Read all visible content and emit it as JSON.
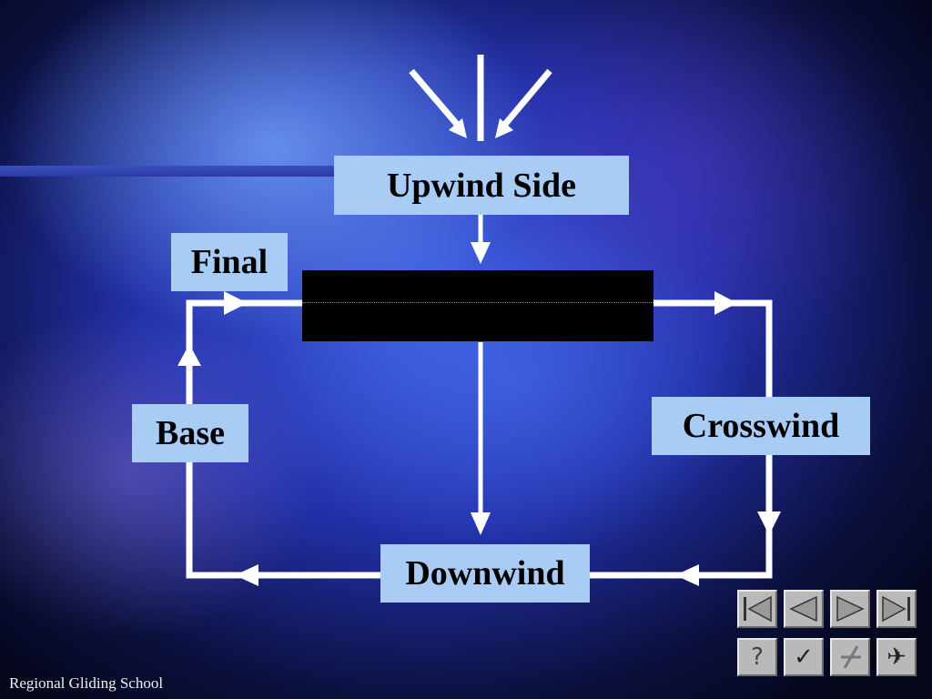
{
  "diagram": {
    "labels": {
      "upwind": "Upwind Side",
      "final": "Final",
      "base": "Base",
      "crosswind": "Crosswind",
      "downwind": "Downwind"
    }
  },
  "footer": {
    "text": "Regional Gliding School"
  },
  "nav": {
    "buttons": [
      {
        "name": "first-slide",
        "icon": "first-icon"
      },
      {
        "name": "previous-slide",
        "icon": "previous-icon"
      },
      {
        "name": "next-slide",
        "icon": "next-icon"
      },
      {
        "name": "last-slide",
        "icon": "last-icon"
      },
      {
        "name": "help",
        "icon": "help-icon",
        "text": "?"
      },
      {
        "name": "check",
        "icon": "check-icon",
        "text": "✓"
      },
      {
        "name": "disabled-action",
        "icon": "slash-icon"
      },
      {
        "name": "aircraft",
        "icon": "airplane-icon",
        "text": "✈"
      }
    ]
  },
  "colors": {
    "label_background": "#a9ccf5",
    "arrow": "#ffffff",
    "runway": "#000000"
  }
}
